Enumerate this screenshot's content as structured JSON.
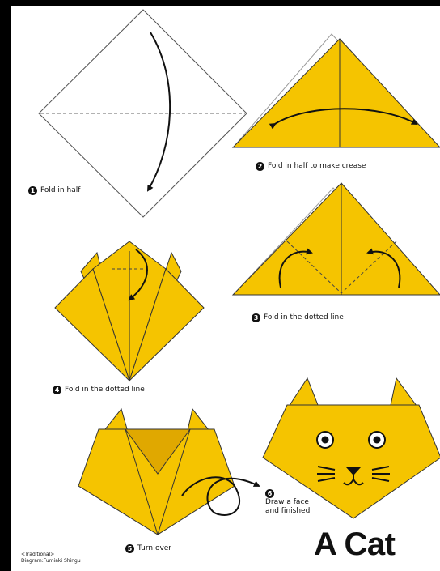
{
  "title": "A Cat",
  "credit": {
    "line1": "<Traditional>",
    "line2": "Diagram:Fumiaki Shingu"
  },
  "colors": {
    "paper": "#f5c400",
    "paper_dark": "#e0a800",
    "outline": "#333333",
    "background": "#000000"
  },
  "steps": [
    {
      "number": "1",
      "text": "Fold in half"
    },
    {
      "number": "2",
      "text": "Fold in half to make crease"
    },
    {
      "number": "3",
      "text": "Fold in the dotted line"
    },
    {
      "number": "4",
      "text": "Fold in the dotted line"
    },
    {
      "number": "5",
      "text": "Turn over"
    },
    {
      "number": "6",
      "text_line1": "Draw a face",
      "text_line2": "and finished"
    }
  ]
}
